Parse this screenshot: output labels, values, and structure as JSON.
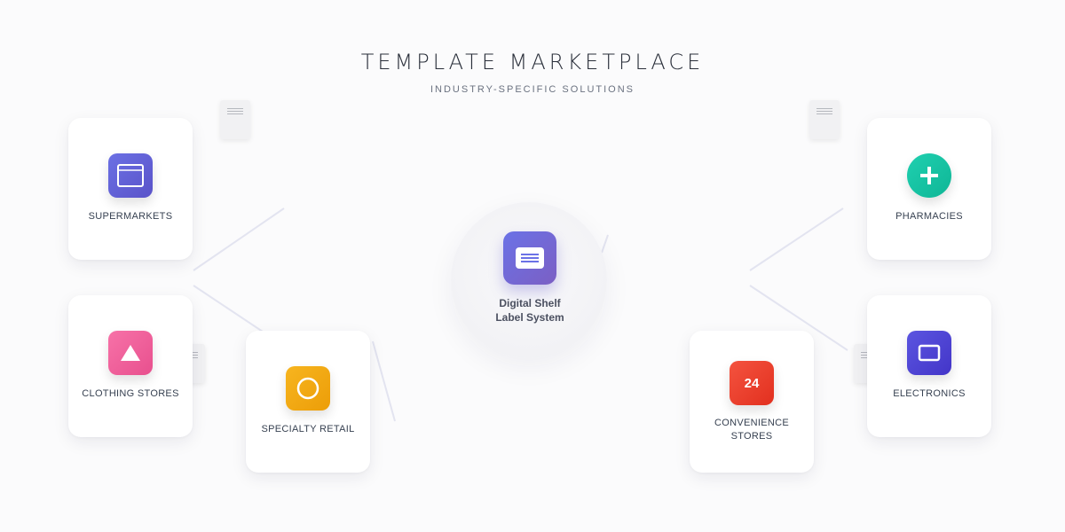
{
  "header": {
    "title": "TEMPLATE MARKETPLACE",
    "subtitle": "INDUSTRY-SPECIFIC SOLUTIONS"
  },
  "hub": {
    "label_line1": "Digital Shelf",
    "label_line2": "Label System",
    "icon": "shelf-label-icon",
    "color": "#6b72e6"
  },
  "categories": [
    {
      "label": "SUPERMARKETS",
      "icon": "square-frame-icon",
      "color": "#6366d9"
    },
    {
      "label": "CLOTHING STORES",
      "icon": "triangle-icon",
      "color": "#f0609a"
    },
    {
      "label": "SPECIALTY RETAIL",
      "icon": "circle-icon",
      "color": "#f0a80c"
    },
    {
      "label": "PHARMACIES",
      "icon": "plus-icon",
      "color": "#13c4a3"
    },
    {
      "label": "ELECTRONICS",
      "icon": "screen-icon",
      "color": "#4f46d6"
    },
    {
      "label": "CONVENIENCE STORES",
      "icon": "24-badge-icon",
      "badge_text": "24",
      "color": "#ee4030"
    }
  ]
}
